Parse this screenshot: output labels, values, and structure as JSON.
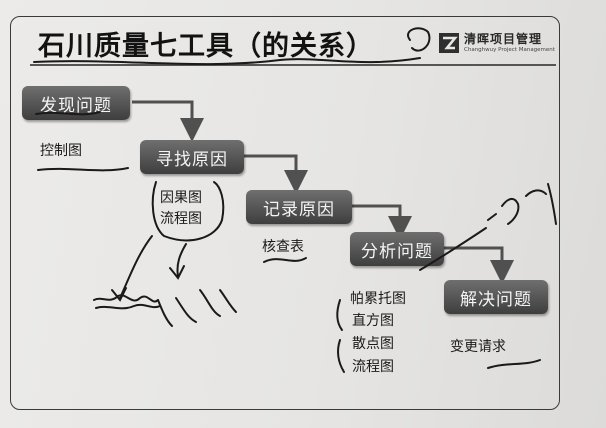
{
  "title": "石川质量七工具（的关系）",
  "logo": {
    "name_cn": "清晖项目管理",
    "name_en": "Changhwuy Project Management"
  },
  "steps": [
    {
      "label": "发现问题",
      "tools": [
        "控制图"
      ]
    },
    {
      "label": "寻找原因",
      "tools": [
        "因果图",
        "流程图"
      ]
    },
    {
      "label": "记录原因",
      "tools": [
        "核查表"
      ]
    },
    {
      "label": "分析问题",
      "tools": [
        "帕累托图",
        "直方图",
        "散点图",
        "流程图"
      ]
    },
    {
      "label": "解决问题",
      "tools": [
        "变更请求"
      ]
    }
  ],
  "colors": {
    "box_top": "#6f6f6f",
    "box_bottom": "#3e3e3e",
    "arrow": "#505050",
    "ink": "#1a1a1a"
  }
}
